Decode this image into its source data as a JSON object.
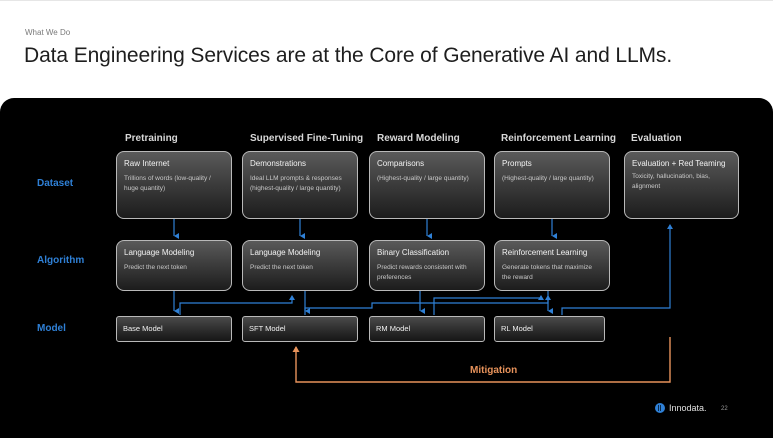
{
  "header": {
    "eyebrow": "What We Do",
    "title": "Data Engineering Services are at the Core of Generative AI and LLMs."
  },
  "columns": [
    "Pretraining",
    "Supervised Fine-Tuning",
    "Reward Modeling",
    "Reinforcement Learning",
    "Evaluation"
  ],
  "rows": {
    "dataset": "Dataset",
    "algorithm": "Algorithm",
    "model": "Model"
  },
  "dataset": [
    {
      "title": "Raw Internet",
      "desc": "Trillions of words (low-quality / huge quantity)"
    },
    {
      "title": "Demonstrations",
      "desc": "Ideal LLM prompts & responses (highest-quality / large quantity)"
    },
    {
      "title": "Comparisons",
      "desc": "(Highest-quality / large quantity)"
    },
    {
      "title": "Prompts",
      "desc": "(Highest-quality / large quantity)"
    },
    {
      "title": "Evaluation + Red Teaming",
      "desc": "Toxicity, hallucination, bias, alignment"
    }
  ],
  "algorithm": [
    {
      "title": "Language Modeling",
      "desc": "Predict the next token"
    },
    {
      "title": "Language Modeling",
      "desc": "Predict the next token"
    },
    {
      "title": "Binary Classification",
      "desc": "Predict rewards consistent with preferences"
    },
    {
      "title": "Reinforcement Learning",
      "desc": "Generate tokens that maximize the reward"
    }
  ],
  "model": [
    {
      "title": "Base Model"
    },
    {
      "title": "SFT Model"
    },
    {
      "title": "RM Model"
    },
    {
      "title": "RL Model"
    }
  ],
  "mitigation": "Mitigation",
  "footer": {
    "logo": "Innodata.",
    "page": "22"
  },
  "colors": {
    "panel": "#000000",
    "row_label": "#2f80d6",
    "connector": "#2f80d6",
    "mitigation": "#e8935b",
    "box_border": "#b9b9b9"
  }
}
